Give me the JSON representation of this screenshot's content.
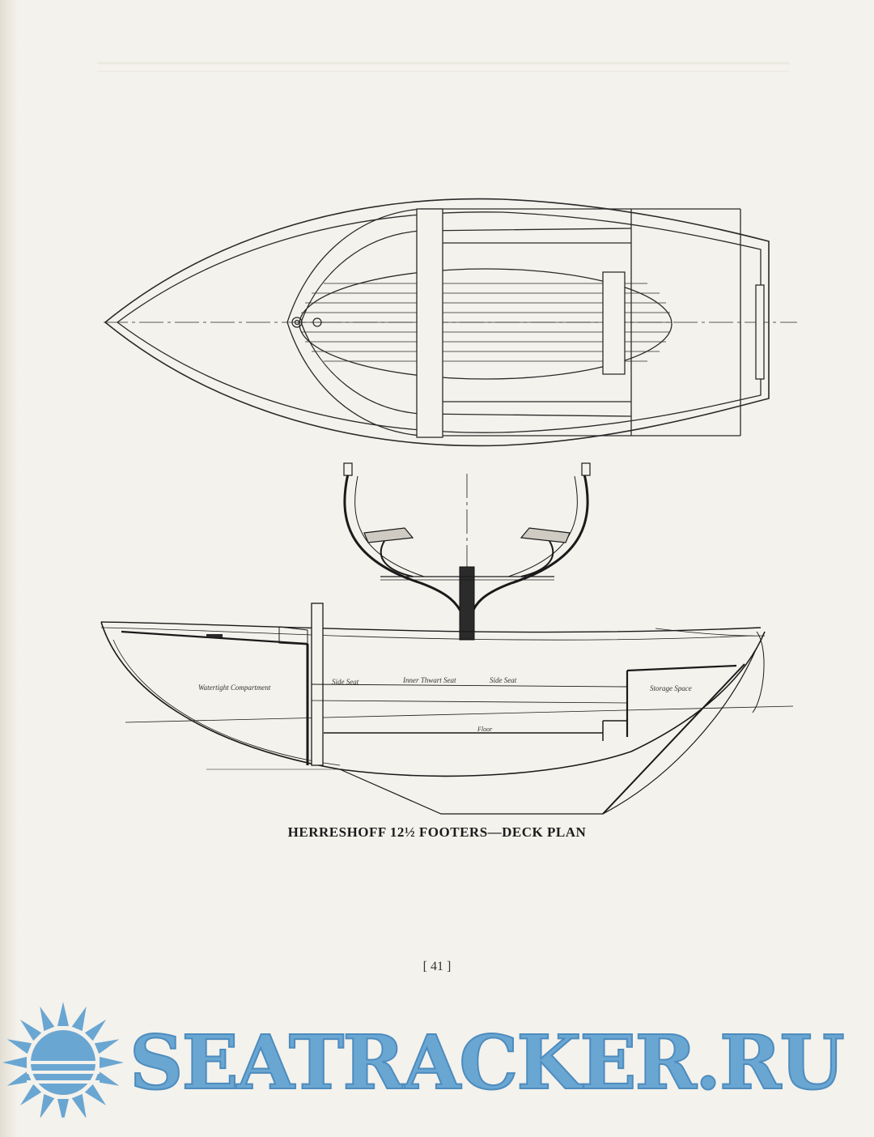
{
  "caption": "HERRESHOFF 12½ FOOTERS—DECK PLAN",
  "page_number": "[ 41 ]",
  "watermark": "SEATRACKER.RU",
  "labels": {
    "watertight": "Watertight Compartment",
    "side_seat_1": "Side Seat",
    "inner_thwart": "Inner Thwart Seat",
    "side_seat_2": "Side Seat",
    "storage": "Storage Space",
    "floor": "Floor"
  },
  "colors": {
    "watermark": "#6aa6d2",
    "ink": "#1c1c1c",
    "paper": "#f4f2ec"
  }
}
